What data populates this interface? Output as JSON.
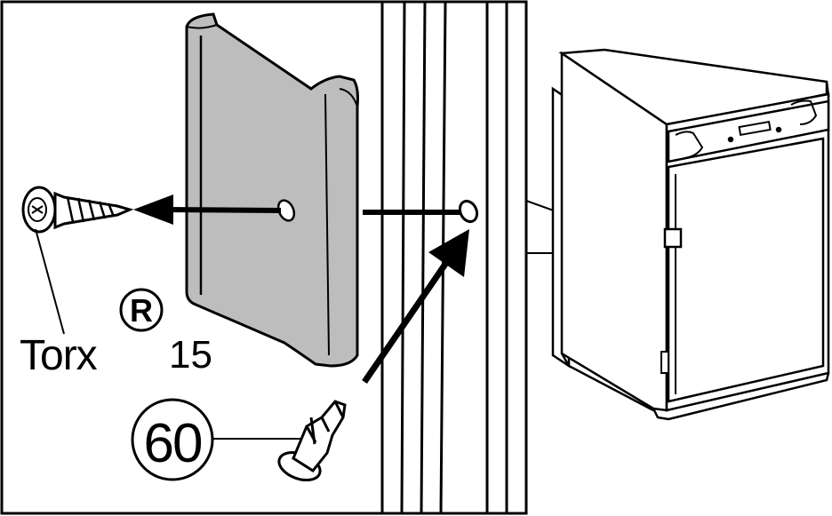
{
  "labels": {
    "screw_type": "Torx",
    "registered_mark": "R",
    "screw_size": "15",
    "part_number": "60"
  }
}
